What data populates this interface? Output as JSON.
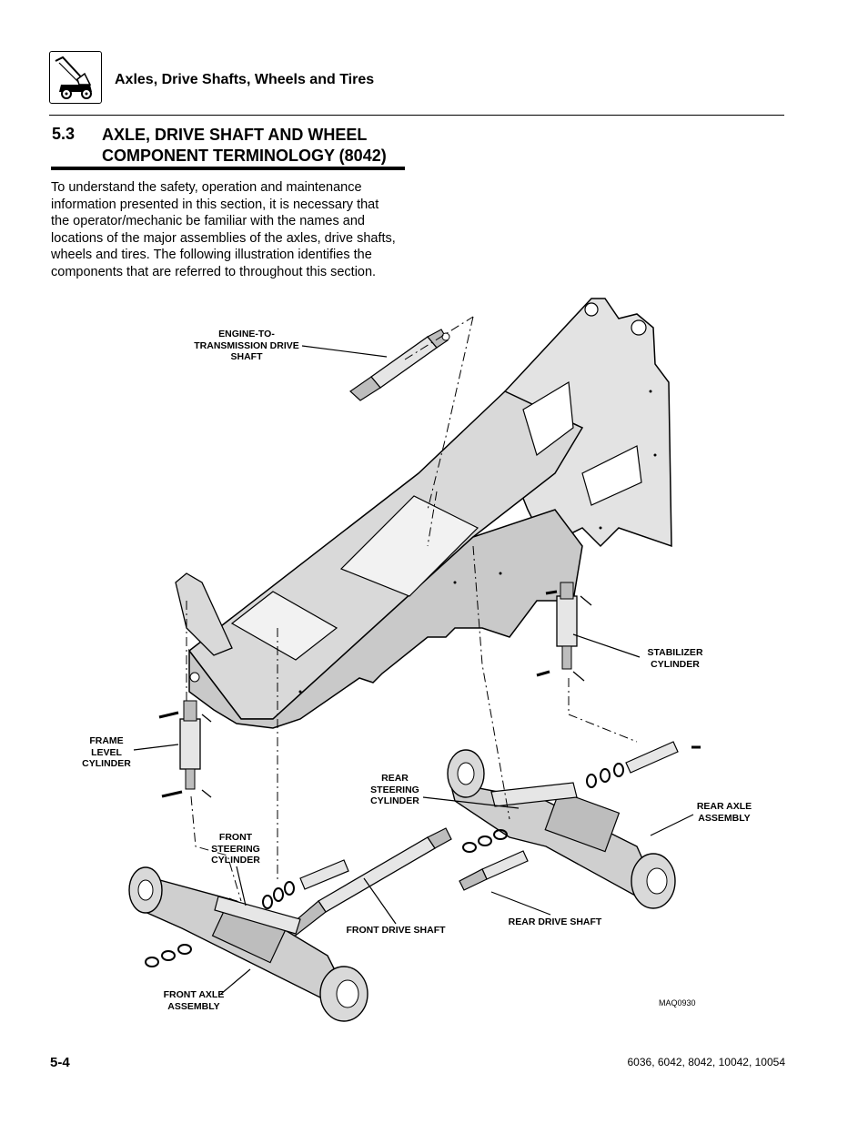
{
  "header": {
    "title": "Axles, Drive Shafts, Wheels and Tires",
    "logo": "telehandler-chassis-icon"
  },
  "section": {
    "number": "5.3",
    "title_lines": [
      "AXLE, DRIVE SHAFT AND WHEEL",
      "COMPONENT TERMINOLOGY (8042)"
    ]
  },
  "intro_lines": [
    "To understand the safety, operation and maintenance",
    "information presented in this section, it is necessary that",
    "the operator/mechanic be familiar with the names and",
    "locations of the major assemblies of the axles, drive shafts,",
    "wheels and tires. The following illustration identifies the",
    "components that are referred to throughout this section."
  ],
  "figure": {
    "labels": {
      "engine_shaft": [
        "ENGINE-TO-",
        "TRANSMISSION DRIVE",
        "SHAFT"
      ],
      "stabilizer": [
        "STABILIZER",
        "CYLINDER"
      ],
      "frame_level": [
        "FRAME",
        "LEVEL",
        "CYLINDER"
      ],
      "rear_steering": [
        "REAR",
        "STEERING",
        "CYLINDER"
      ],
      "rear_axle": [
        "REAR AXLE",
        "ASSEMBLY"
      ],
      "front_steering": [
        "FRONT",
        "STEERING",
        "CYLINDER"
      ],
      "front_drive_shaft": [
        "FRONT DRIVE SHAFT"
      ],
      "rear_drive_shaft": [
        "REAR DRIVE SHAFT"
      ],
      "front_axle": [
        "FRONT AXLE",
        "ASSEMBLY"
      ]
    },
    "code": "MAQ0930"
  },
  "footer": {
    "page": "5-4",
    "models": "6036, 6042, 8042, 10042, 10054"
  }
}
